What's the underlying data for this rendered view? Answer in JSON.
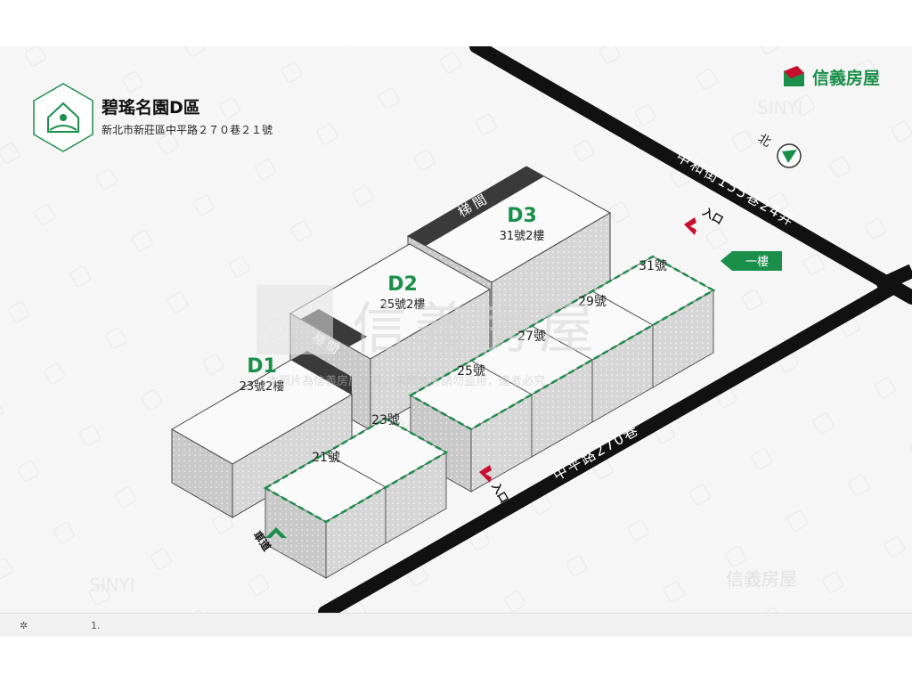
{
  "header": {
    "title": "碧瑤名園D區",
    "address": "新北市新莊區中平路２７０巷２１號"
  },
  "brand": {
    "name": "信義房屋",
    "color": "#1a8f4a",
    "accent_red": "#c8102e"
  },
  "compass": {
    "label": "北"
  },
  "roads": {
    "upper": "中和街155巷24弄",
    "lower": "中平路270巷"
  },
  "buildings": [
    {
      "code": "D1",
      "floor_label": "23號2樓",
      "stair_label": "樓間"
    },
    {
      "code": "D2",
      "floor_label": "25號2樓"
    },
    {
      "code": "D3",
      "floor_label": "31號2樓",
      "stair_label": "梯間"
    }
  ],
  "units": [
    "21號",
    "23號",
    "25號",
    "27號",
    "29號",
    "31號"
  ],
  "tags": {
    "ground_floor": "一樓",
    "entrance_1": "入口",
    "entrance_2": "入口",
    "driveway": "車道"
  },
  "watermark": {
    "center": "信義房屋",
    "notice": "本照片為信義房屋所有，未經允許請勿盜用，違者必究",
    "sinyi": "SINYI",
    "bottom_right": "信義房屋"
  },
  "footer": {
    "mark": "✲",
    "page": "1."
  }
}
